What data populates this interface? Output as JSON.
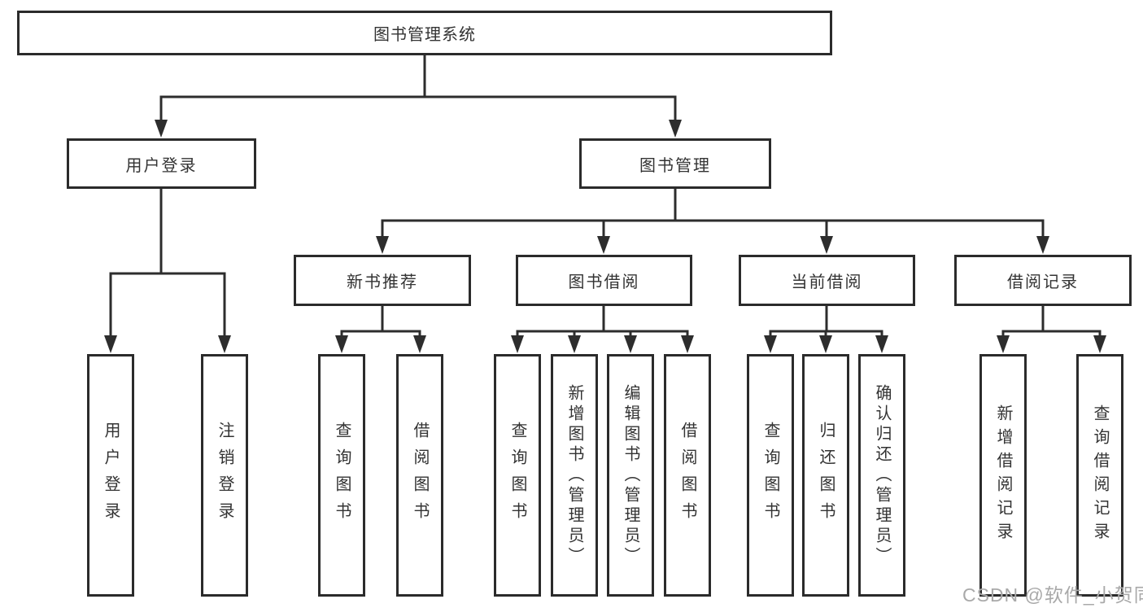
{
  "diagram": {
    "root": {
      "label": "图书管理系统"
    },
    "level2": [
      {
        "label": "用户登录"
      },
      {
        "label": "图书管理"
      }
    ],
    "level3": [
      {
        "label": "新书推荐",
        "parent": "图书管理"
      },
      {
        "label": "图书借阅",
        "parent": "图书管理"
      },
      {
        "label": "当前借阅",
        "parent": "图书管理"
      },
      {
        "label": "借阅记录",
        "parent": "图书管理"
      }
    ],
    "leaves": [
      {
        "label": "用户登录",
        "parent": "用户登录"
      },
      {
        "label": "注销登录",
        "parent": "用户登录"
      },
      {
        "label": "查询图书",
        "parent": "新书推荐"
      },
      {
        "label": "借阅图书",
        "parent": "新书推荐"
      },
      {
        "label": "查询图书",
        "parent": "图书借阅"
      },
      {
        "label": "新增图书（管理员）",
        "parent": "图书借阅"
      },
      {
        "label": "编辑图书（管理员）",
        "parent": "图书借阅"
      },
      {
        "label": "借阅图书",
        "parent": "图书借阅"
      },
      {
        "label": "查询图书",
        "parent": "当前借阅"
      },
      {
        "label": "归还图书",
        "parent": "当前借阅"
      },
      {
        "label": "确认归还（管理员）",
        "parent": "当前借阅"
      },
      {
        "label": "新增借阅记录",
        "parent": "借阅记录"
      },
      {
        "label": "查询借阅记录",
        "parent": "借阅记录"
      }
    ],
    "watermark": "CSDN @软件_小贺同学",
    "colors": {
      "line": "#2d2d2d",
      "box_border": "#2b2b2b",
      "text": "#333333",
      "background": "#ffffff",
      "watermark": "#a9a9a9"
    }
  }
}
